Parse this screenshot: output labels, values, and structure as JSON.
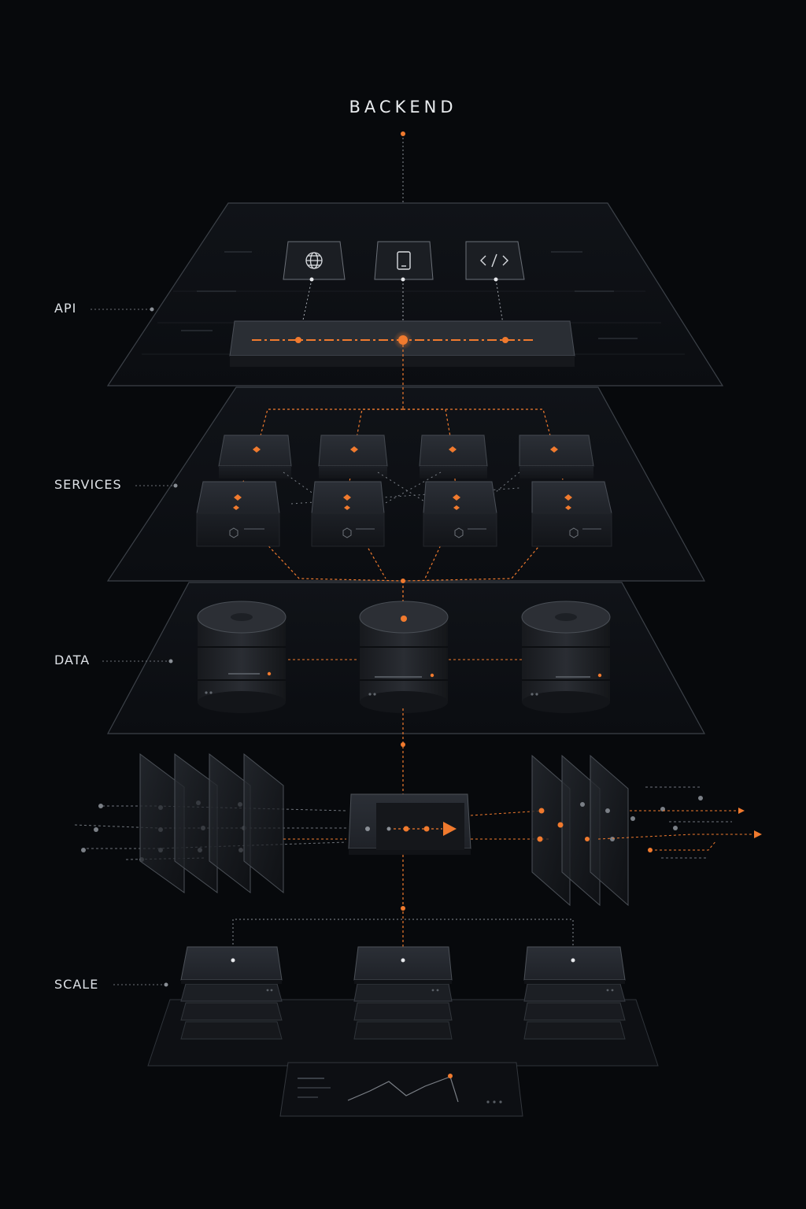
{
  "diagram": {
    "title": "BACKEND",
    "layers": [
      {
        "key": "api",
        "label": "API"
      },
      {
        "key": "services",
        "label": "SERVICES"
      },
      {
        "key": "data",
        "label": "DATA"
      },
      {
        "key": "scale",
        "label": "SCALE"
      }
    ],
    "api_icons": [
      "globe-icon",
      "tablet-icon",
      "code-icon"
    ],
    "colors": {
      "background": "#07090c",
      "accent": "#f07a2e",
      "panel_stroke": "#3a3f46",
      "block_fill": "#1c1f24",
      "text": "#e9ecef"
    }
  }
}
